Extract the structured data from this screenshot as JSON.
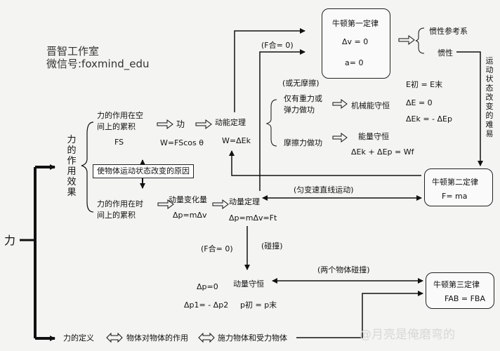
{
  "brand": {
    "line1": "晋智工作室",
    "line2": "微信号:foxmind_edu"
  },
  "root": "力",
  "effects_title": "力的作用效果",
  "space_accum": {
    "line1": "力的作用在空",
    "line2": "间上的累积",
    "expr": "FS"
  },
  "work": {
    "label": "功",
    "formula": "W=FScos θ"
  },
  "reason_box": "使物体运动状态改变的原因",
  "time_accum": {
    "line1": "力的作用在时",
    "line2": "间上的累积"
  },
  "momentum_change": {
    "label": "动量变化量",
    "formula": "Δp=mΔv"
  },
  "momentum_theorem": {
    "label": "动量定理",
    "formula": "Δp=mΔv=Ft"
  },
  "kinetic_theorem": {
    "label": "动能定理",
    "formula": "W=ΔEk"
  },
  "cond_fnet_zero_top": "(F合= 0)",
  "newton1": {
    "title": "牛顿第一定律",
    "eq1": "Δv = 0",
    "eq2": "a= 0"
  },
  "inertia_ref": "惯性参考系",
  "inertia": "惯性",
  "vertical_note": "运动状态改变的难易",
  "no_friction": "(或无摩擦)",
  "gravity_only": {
    "line1": "仅有重力或",
    "line2": "弹力做功"
  },
  "mech_energy": "机械能守恒",
  "energy_eqs": {
    "e1": "E初 = E末",
    "e2": "ΔE = 0",
    "e3": "ΔEk = - ΔEp"
  },
  "friction_work": "摩擦力做功",
  "energy_cons": {
    "label": "能量守恒",
    "formula": "ΔEk + ΔEp = Wf"
  },
  "newton2": {
    "title": "牛顿第二定律",
    "formula": "F= ma"
  },
  "uniform_accel": "(匀变速直线运动)",
  "cond_fnet_zero_mid": "(F合= 0)",
  "collision": "(碰撞)",
  "momentum_cons": {
    "label": "动量守恒",
    "eq1": "Δp=0",
    "eq2": "Δp1= - Δp2",
    "eq3": "p初 = p末"
  },
  "two_bodies": "(两个物体碰撞)",
  "newton3": {
    "title": "牛顿第三定律",
    "formula": "FAB = FBA"
  },
  "bottom": {
    "def": "力的定义",
    "interaction": "物体对物体的作用",
    "bodies": "施力物体和受力物体"
  },
  "watermark": "@月亮是俺磨弯的"
}
